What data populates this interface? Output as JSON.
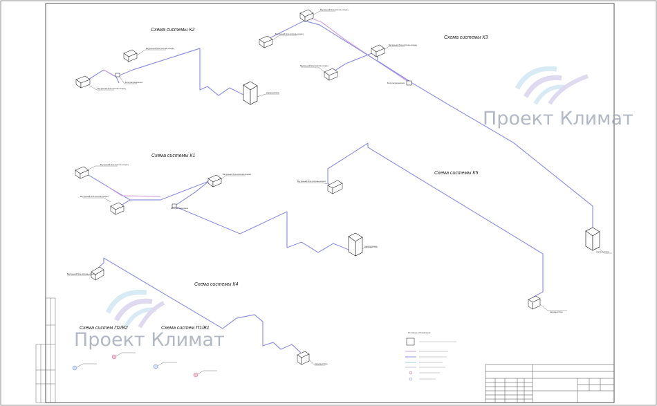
{
  "colors": {
    "duct": "#8f92e6",
    "duct_pink": "#d3a2de",
    "frame": "#444444",
    "watermark": "#9aa1b3"
  },
  "watermark": {
    "text": "Проект Климат"
  },
  "schemes": {
    "k2": {
      "title": "Схема системы К2"
    },
    "k3": {
      "title": "Схема системы К3"
    },
    "k1": {
      "title": "Схема системы К1"
    },
    "k5": {
      "title": "Схема системы К5"
    },
    "k4": {
      "title": "Схема системы К4"
    },
    "p2v2": {
      "title": "Схема систем П2/В2"
    },
    "p1v1": {
      "title": "Схема систем П1/В1"
    }
  },
  "labels": {
    "unit": "Внутренний блок системы кондиц.",
    "outdoor": "Наружный блок",
    "branch": "Блок распределения"
  },
  "legend": {
    "title": "Условные обозначения"
  }
}
